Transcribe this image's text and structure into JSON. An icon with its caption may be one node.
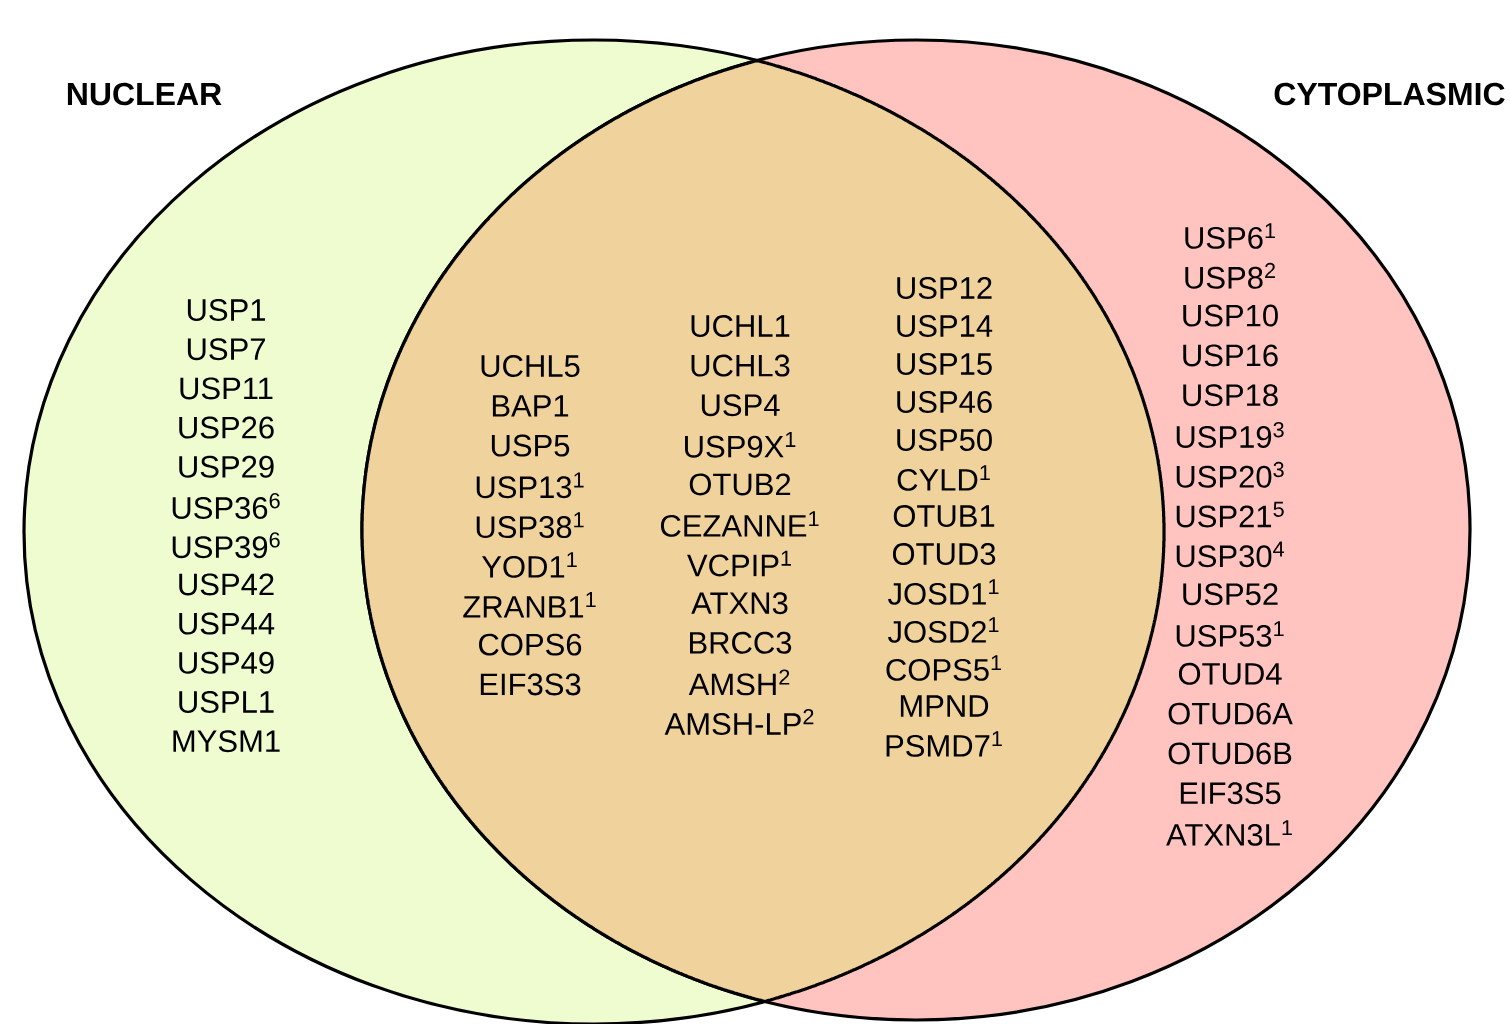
{
  "diagram": {
    "nodes": [
      {
        "text": [
          "NUCLEAR",
          "USP1",
          "USP7",
          "USP11",
          "USP26",
          "USP29",
          "USP36$^{6}$",
          "USP39$^{6}$",
          "USP42",
          "USP44",
          "USP49",
          "USPL1",
          "MYSM1"
        ]
      },
      {
        "text": [
          "UCHL5",
          "BAP1",
          "USP5",
          "USP13$^{1}$",
          "USP38$^{1}$",
          "YOD1$^{1}$",
          "ZRANB1$^{1}$",
          "COPS6",
          "EIF3S3",
          "UCHL1",
          "UCHL3",
          "USP4",
          "USP9X$^{1}$",
          "OTUB2",
          "CEZANNE$^{1}$",
          "VCPIP$^{1}$",
          "ATXN3",
          "BRCC3",
          "AMSH$^{2}$",
          "AMSH-LP$^{2}$",
          "USP12",
          "USP14",
          "USP15",
          "USP46",
          "USP50",
          "CYLD$^{1}$",
          "OTUB1",
          "OTUD3",
          "JOSD1$^{1}$",
          "JOSD2$^{1}$",
          "COPS5$^{1}$",
          "MPND",
          "PSMD7$^{1}$"
        ]
      },
      {
        "text": [
          "CYTOPLASMIC",
          "USP6$^{1}$",
          "USP8$^{2}$",
          "USP10",
          "USP16",
          "USP18",
          "USP19$^{3}$",
          "USP20$^{3}$",
          "USP21$^{5}$",
          "USP30$^{4}$",
          "USP52",
          "USP53$^{1}$",
          "OTUD4",
          "OTUD6A",
          "OTUD6B",
          "EIF3S5",
          "ATXN3L$^{1}$"
        ]
      }
    ]
  }
}
